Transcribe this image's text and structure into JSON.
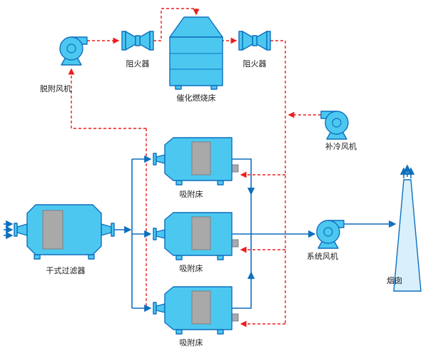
{
  "diagram": {
    "components": {
      "desorption_fan": {
        "label": "脱附风机"
      },
      "flame_arrester_left": {
        "label": "阻火器"
      },
      "flame_arrester_right": {
        "label": "阻火器"
      },
      "catalytic_bed": {
        "label": "催化燃烧床"
      },
      "cooling_fan": {
        "label": "补冷风机"
      },
      "adsorption_bed_1": {
        "label": "吸附床"
      },
      "adsorption_bed_2": {
        "label": "吸附床"
      },
      "adsorption_bed_3": {
        "label": "吸附床"
      },
      "dry_filter": {
        "label": "干式过滤器"
      },
      "system_fan": {
        "label": "系统风机"
      },
      "chimney": {
        "label": "烟囱"
      }
    },
    "colors": {
      "component_fill": "#4CC8F0",
      "component_stroke": "#0E6FBE",
      "media_fill": "#A9A9A9",
      "media_stroke": "#7F7F7F",
      "hot_line": "#EE1C1C",
      "flow_line": "#0E6FBE",
      "chimney_fill": "#D8F0FB",
      "label_color": "#1A1A1A",
      "background": "#FFFFFF"
    }
  }
}
